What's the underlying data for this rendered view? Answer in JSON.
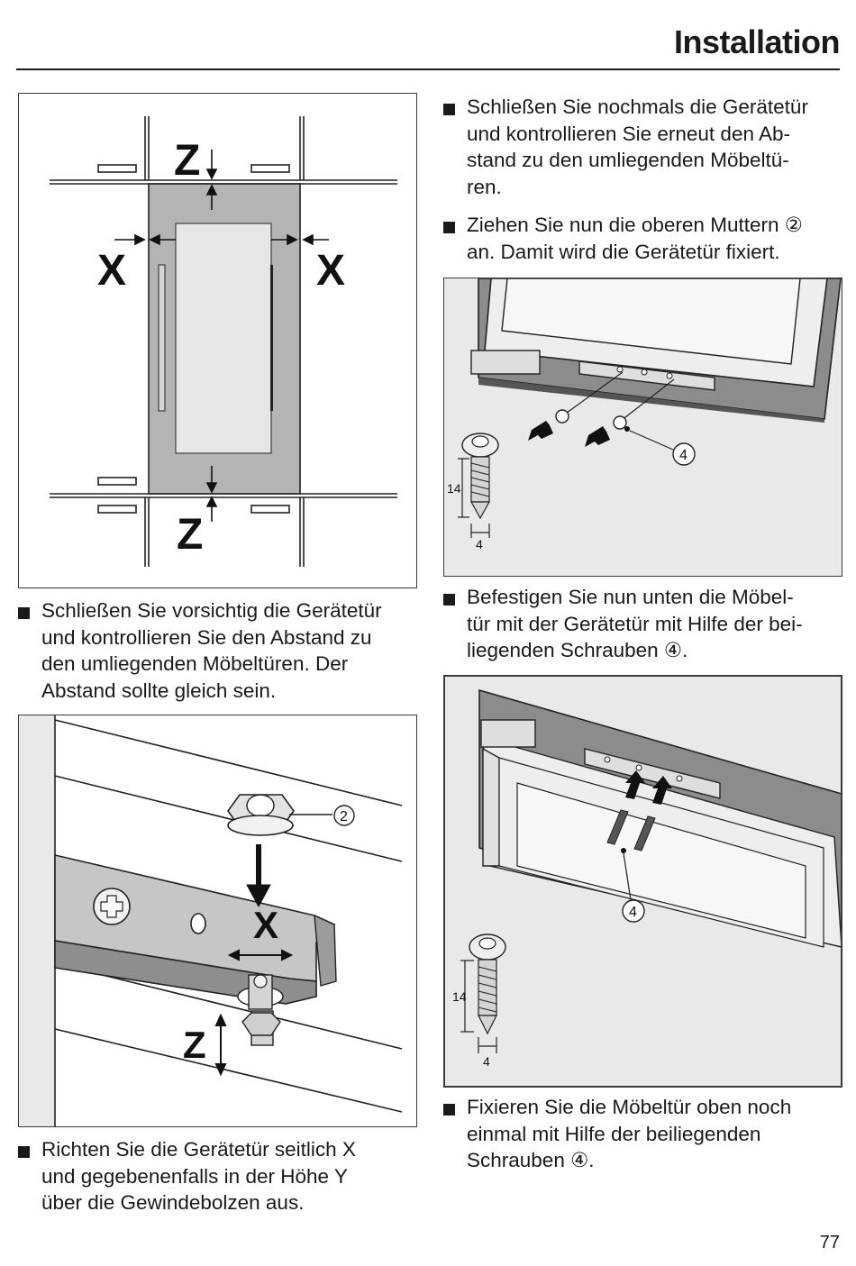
{
  "header": {
    "title": "Installation"
  },
  "figures": {
    "gap_diagram": {
      "label_top": "Z",
      "label_bottom": "Z",
      "label_left": "X",
      "label_right": "X"
    },
    "bolt_detail": {
      "label_x": "X",
      "label_z": "Z",
      "callout": "2"
    },
    "upper_fixing": {
      "callout": "4",
      "dim_length": "14",
      "dim_width": "4"
    },
    "lower_fixing": {
      "callout": "4",
      "dim_length": "14",
      "dim_width": "4"
    }
  },
  "steps": [
    {
      "text": "Schließen Sie vorsichtig die Gerätetür\nund kontrollieren Sie den Abstand zu\nden umliegenden Möbeltüren. Der\nAbstand sollte gleich sein."
    },
    {
      "text": "Richten Sie die Gerätetür seitlich X\nund gegebenenfalls in der Höhe Y\nüber die Gewindebolzen aus."
    },
    {
      "text": "Schließen Sie nochmals die Gerätetür\nund kontrollieren Sie erneut den Ab-\nstand zu den umliegenden Möbeltü-\nren."
    },
    {
      "text": "Ziehen Sie nun die oberen Muttern ②\nan. Damit wird die Gerätetür fixiert."
    },
    {
      "text": "Befestigen Sie nun unten die Möbel-\ntür mit der Gerätetür mit Hilfe der bei-\nliegenden Schrauben ④."
    },
    {
      "text": "Fixieren Sie die Möbeltür oben noch\neinmal mit Hilfe der beiliegenden\nSchrauben ④."
    }
  ],
  "footer": {
    "page_number": "77"
  }
}
